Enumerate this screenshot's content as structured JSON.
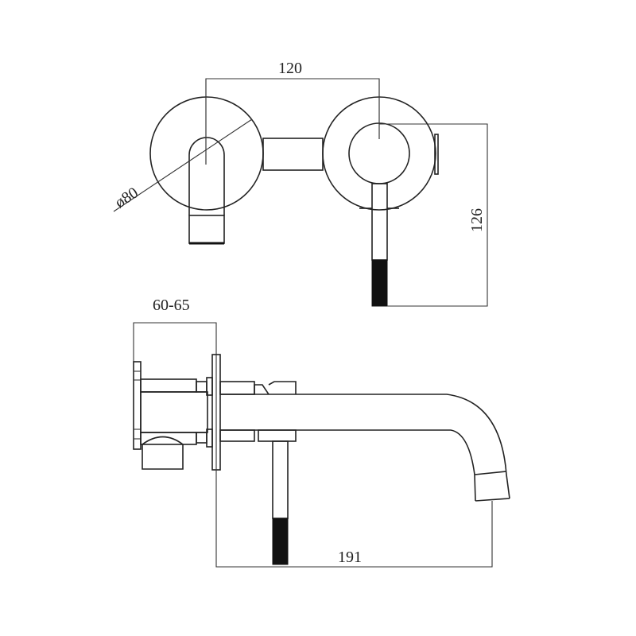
{
  "drawing": {
    "top_view": {
      "width_dim_label": "120",
      "diameter_label": "ø80",
      "height_dim_label": "126"
    },
    "side_view": {
      "depth_dim_label": "60-65",
      "length_dim_label": "191"
    },
    "colors": {
      "line": "#222222",
      "handle_grip": "#111111",
      "background": "#ffffff"
    }
  }
}
